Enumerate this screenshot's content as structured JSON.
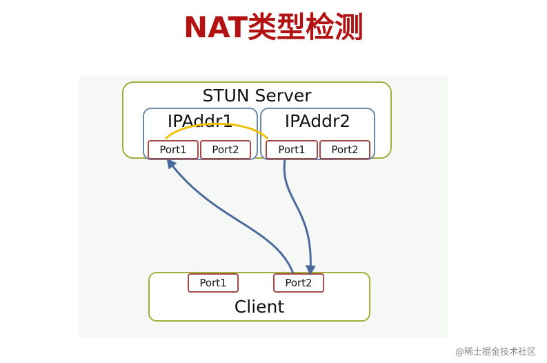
{
  "title": "NAT类型检测",
  "server": {
    "label": "STUN Server",
    "ip1": {
      "label": "IPAddr1",
      "port1": "Port1",
      "port2": "Port2"
    },
    "ip2": {
      "label": "IPAddr2",
      "port1": "Port1",
      "port2": "Port2"
    }
  },
  "client": {
    "label": "Client",
    "port1": "Port1",
    "port2": "Port2"
  },
  "watermark": "@稀土掘金技术社区",
  "colors": {
    "title": "#b31212",
    "outer_border": "#a3ad3c",
    "ip_border": "#6a86a8",
    "port_border": "#a44848",
    "arrow": "#4a6a9b",
    "change_arc": "#f0c000"
  }
}
